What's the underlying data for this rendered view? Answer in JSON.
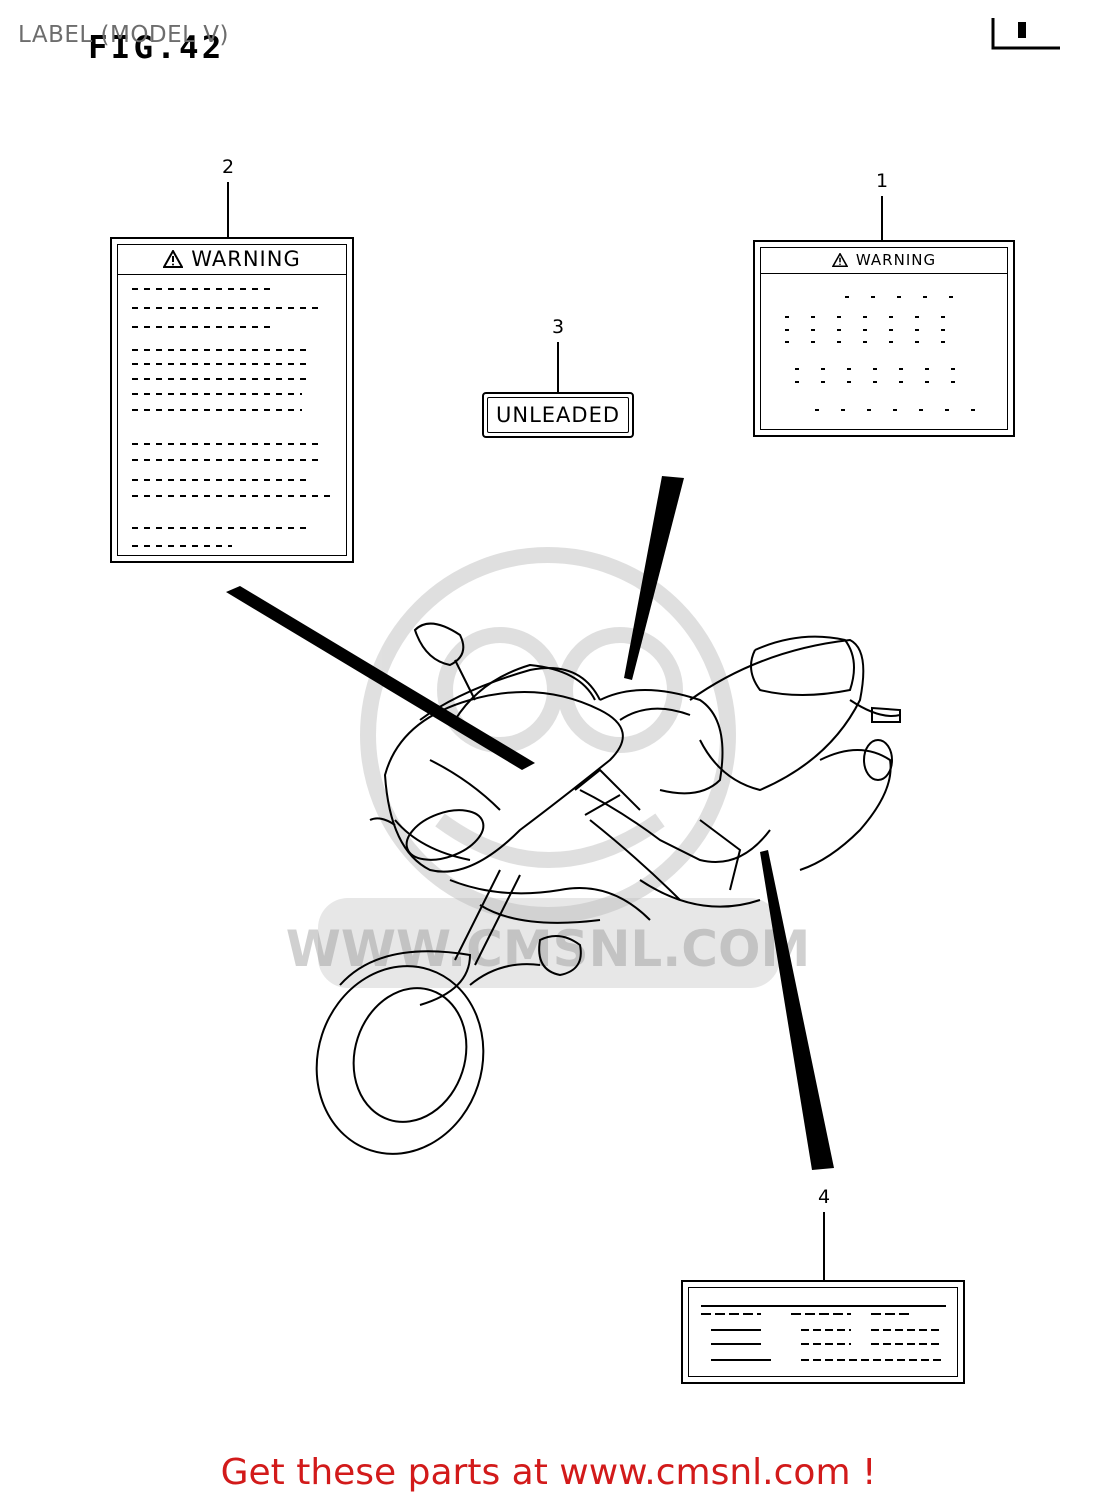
{
  "header": {
    "title": "LABEL (MODEL V)",
    "figure": "FIG.42"
  },
  "callouts": [
    {
      "number": "1"
    },
    {
      "number": "2"
    },
    {
      "number": "3"
    },
    {
      "number": "4"
    }
  ],
  "labels": {
    "warning_text": "WARNING",
    "unleaded_text": "UNLEADED"
  },
  "watermark": {
    "text": "WWW.CMSNL.COM"
  },
  "footer": {
    "text": "Get these parts at www.cmsnl.com !",
    "color": "#d21a1a"
  }
}
